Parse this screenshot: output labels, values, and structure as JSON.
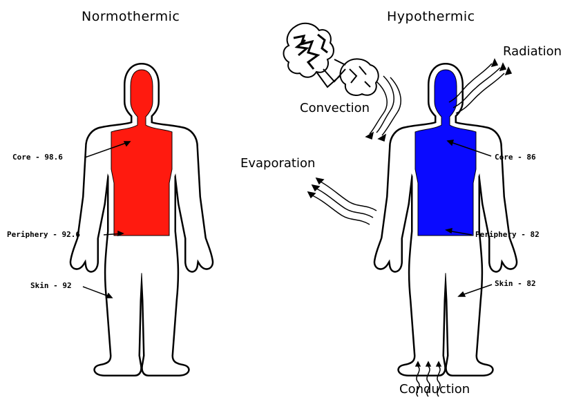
{
  "left": {
    "title": "Normothermic",
    "core_color": "#ff1a0f",
    "labels": {
      "core": "Core - 98.6",
      "periphery": "Periphery - 92.6",
      "skin": "Skin - 92"
    }
  },
  "right": {
    "title": "Hypothermic",
    "core_color": "#0a0aff",
    "labels": {
      "core": "Core - 86",
      "periphery": "Periphery - 82",
      "skin": "Skin - 82"
    }
  },
  "mechanisms": {
    "convection": "Convection",
    "radiation": "Radiation",
    "evaporation": "Evaporation",
    "conduction": "Conduction"
  },
  "icons": {
    "wind": "fan-icon"
  }
}
